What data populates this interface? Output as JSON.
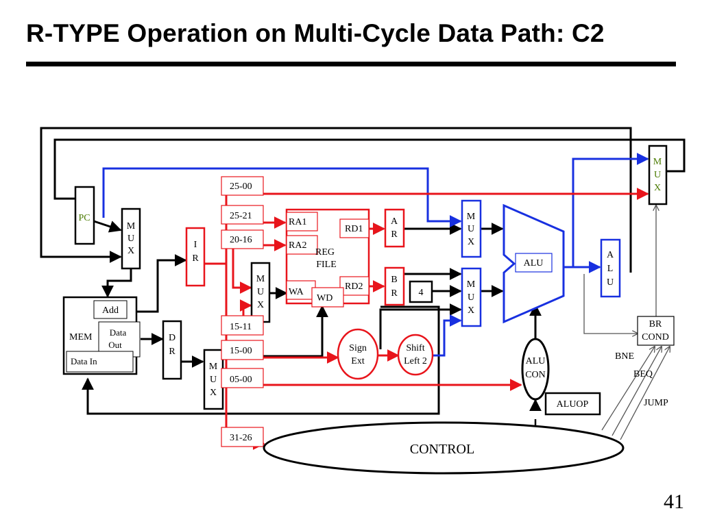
{
  "slide": {
    "title": "R-TYPE Operation on Multi-Cycle Data Path: C2",
    "page_number": "41"
  },
  "colors": {
    "active_path": "#e8141b",
    "mux_select_path": "#1830e0",
    "wire": "#000000",
    "control_signal": "#6a6a6a",
    "pc_label": "#4a7a00"
  },
  "components": {
    "pc": "PC",
    "ir": [
      "I",
      "R"
    ],
    "dr": [
      "D",
      "R"
    ],
    "mux": [
      "M",
      "U",
      "X"
    ],
    "memory": {
      "name": "MEM",
      "add": "Add",
      "data_out": [
        "Data",
        "Out"
      ],
      "data_in": "Data In"
    },
    "reg_file": {
      "name": [
        "REG",
        "FILE"
      ],
      "ra1": "RA1",
      "ra2": "RA2",
      "wa": "WA",
      "wd": "WD",
      "rd1": "RD1",
      "rd2": "RD2"
    },
    "reg_a": [
      "A",
      "R"
    ],
    "reg_b": [
      "B",
      "R"
    ],
    "const_four": "4",
    "sign_ext": [
      "Sign",
      "Ext"
    ],
    "shift_left": [
      "Shift",
      "Left 2"
    ],
    "alu": "ALU",
    "alu_out": [
      "A",
      "L",
      "U"
    ],
    "alu_con": [
      "ALU",
      "CON"
    ],
    "aluop": "ALUOP",
    "br_cond": [
      "BR",
      "COND"
    ],
    "control": "CONTROL"
  },
  "field_labels": {
    "f25_00": "25-00",
    "f25_21": "25-21",
    "f20_16": "20-16",
    "f15_11": "15-11",
    "f15_00": "15-00",
    "f05_00": "05-00",
    "f31_26": "31-26"
  },
  "signals": {
    "bne": "BNE",
    "beq": "BEQ",
    "jump": "JUMP"
  }
}
